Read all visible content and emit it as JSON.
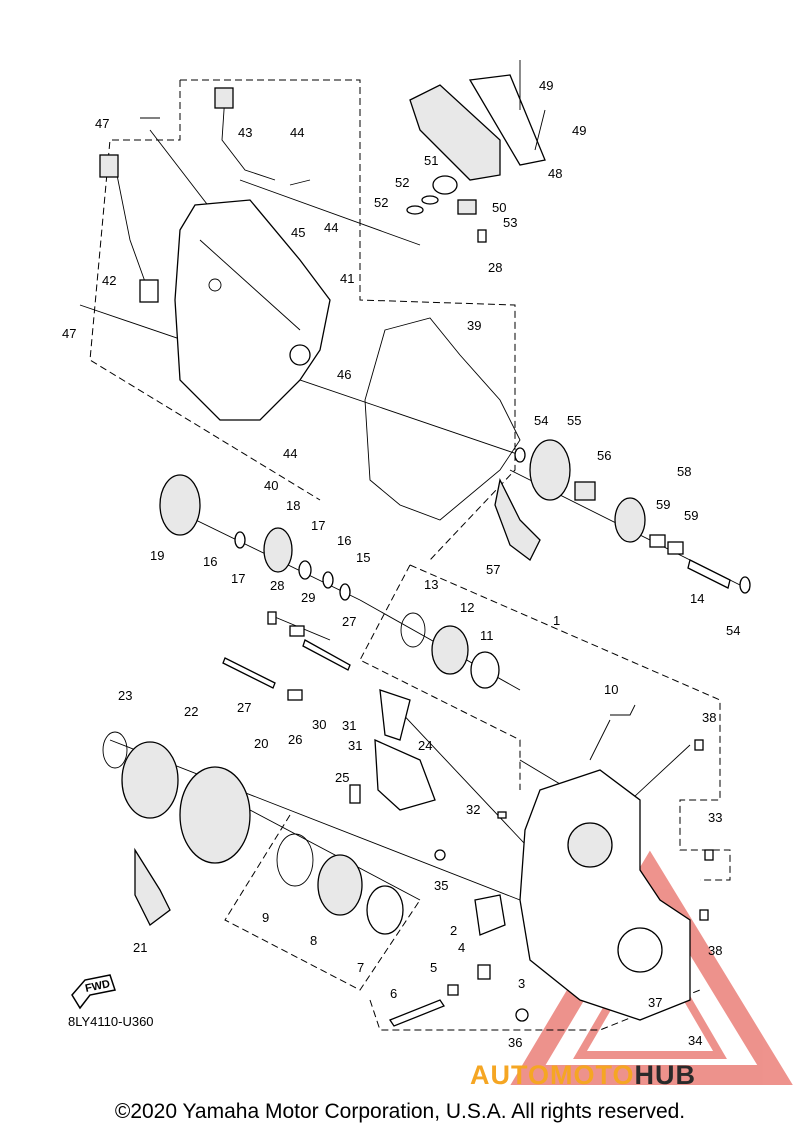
{
  "diagram": {
    "part_numbers": [
      "1",
      "2",
      "3",
      "4",
      "5",
      "6",
      "7",
      "8",
      "9",
      "10",
      "11",
      "12",
      "13",
      "14",
      "15",
      "16",
      "16",
      "17",
      "17",
      "18",
      "19",
      "20",
      "21",
      "22",
      "23",
      "24",
      "25",
      "26",
      "27",
      "27",
      "28",
      "28",
      "29",
      "30",
      "31",
      "31",
      "32",
      "33",
      "34",
      "35",
      "36",
      "37",
      "38",
      "38",
      "39",
      "40",
      "41",
      "42",
      "43",
      "44",
      "44",
      "44",
      "45",
      "46",
      "47",
      "47",
      "48",
      "49",
      "49",
      "50",
      "51",
      "52",
      "52",
      "53",
      "54",
      "54",
      "55",
      "56",
      "57",
      "58",
      "59",
      "59"
    ],
    "fwd_label": "FWD",
    "diagram_code": "8LY4110-U360"
  },
  "footer": {
    "copyright": "©2020 Yamaha Motor Corporation, U.S.A. All rights reserved."
  },
  "watermark": {
    "part1": "AUTOMOTO",
    "part2": "HUB",
    "color_primary": "#f5a623",
    "color_secondary": "#2a2a2a",
    "triangle_color": "#e03a2f"
  }
}
